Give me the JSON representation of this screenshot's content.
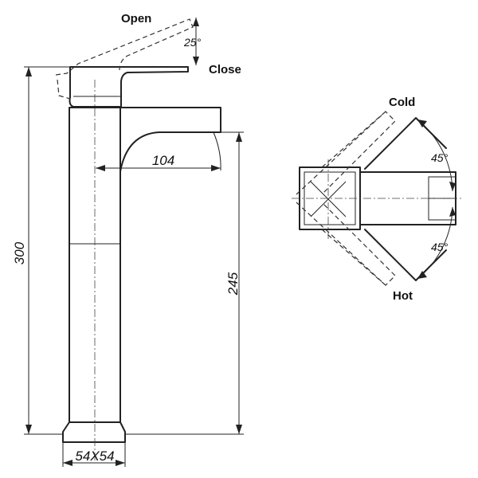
{
  "labels": {
    "open": "Open",
    "close": "Close",
    "cold": "Cold",
    "hot": "Hot"
  },
  "angles": {
    "lever": "25°",
    "cold": "45°",
    "hot": "45°"
  },
  "dimensions": {
    "total_height": "300",
    "spout_height": "245",
    "spout_reach": "104",
    "base": "54X54"
  }
}
